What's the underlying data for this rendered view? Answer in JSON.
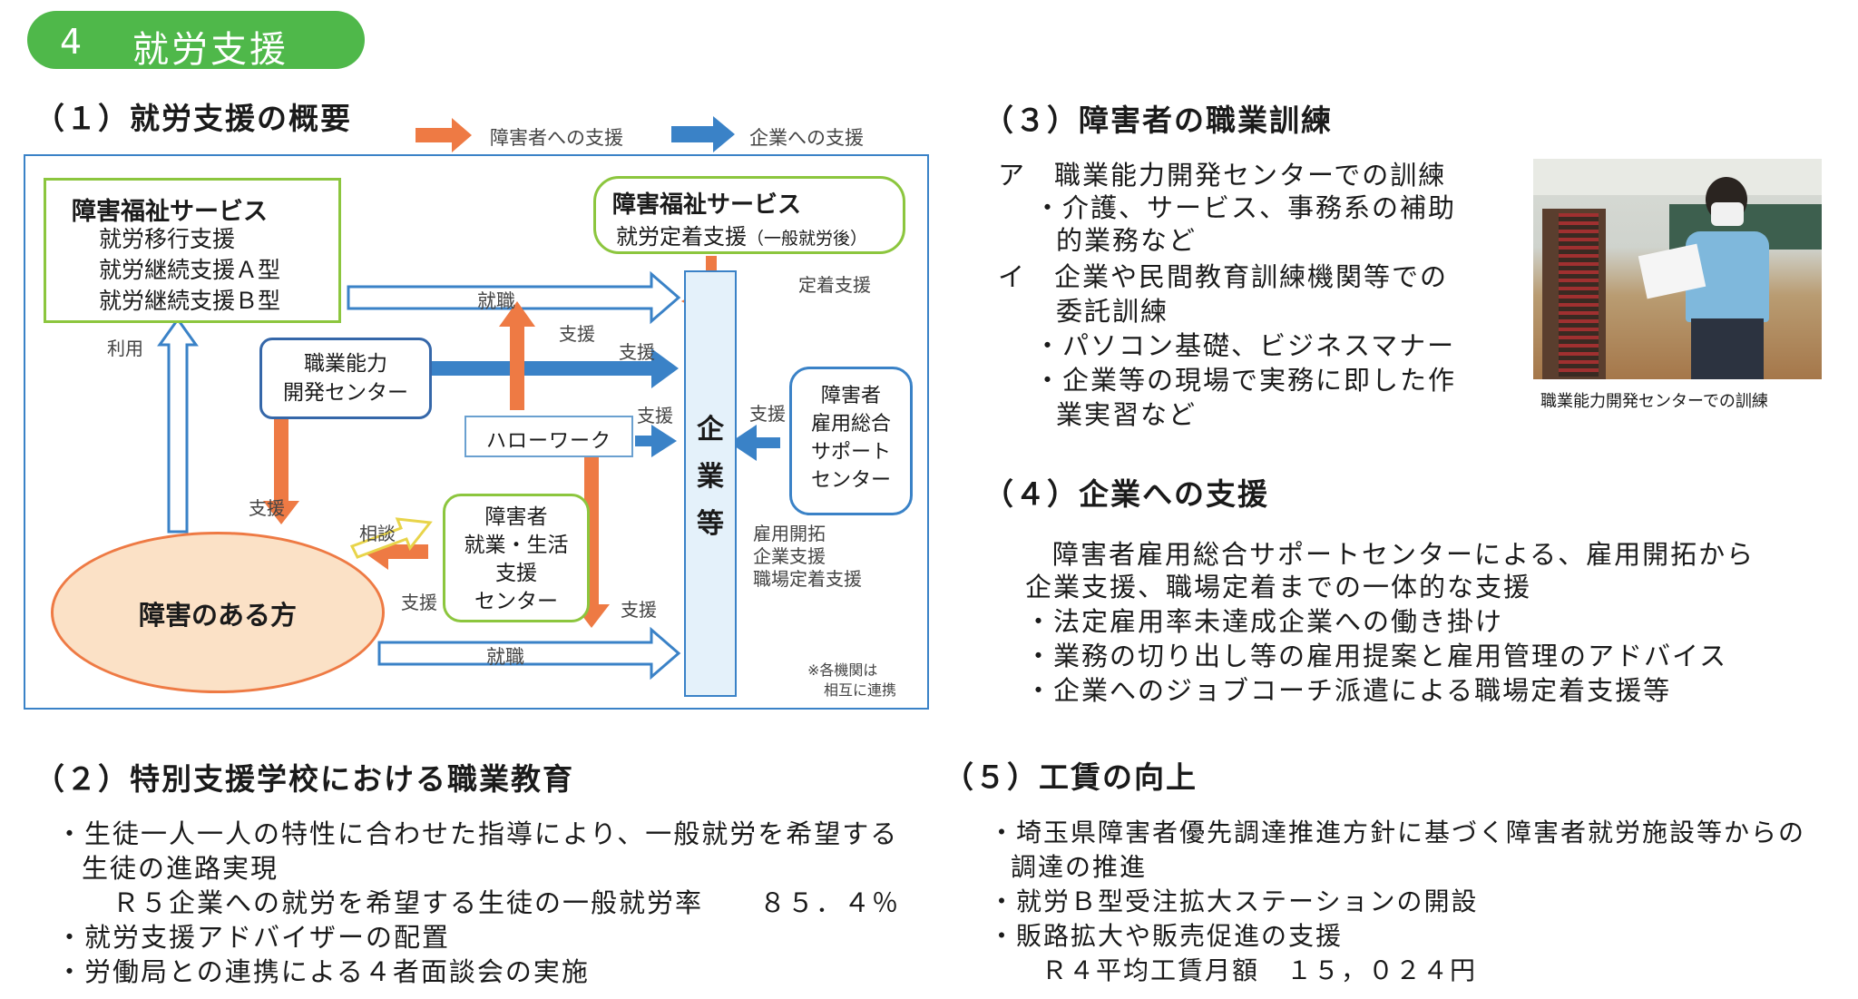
{
  "section_header": {
    "number": "4",
    "title": "就労支援"
  },
  "s1": {
    "title": "（１）就労支援の概要",
    "legend_disabled": "障害者への支援",
    "legend_company": "企業への支援",
    "welfare1": {
      "title": "障害福祉サービス",
      "items": [
        "就労移行支援",
        "就労継続支援Ａ型",
        "就労継続支援Ｂ型"
      ]
    },
    "welfare2": {
      "title": "障害福祉サービス",
      "sub": "就労定着支援",
      "note": "（一般就労後）"
    },
    "vocational_center": [
      "職業能力",
      "開発センター"
    ],
    "hello_work": "ハローワーク",
    "life_center": [
      "障害者",
      "就業・生活",
      "支援",
      "センター"
    ],
    "employment_center": [
      "障害者",
      "雇用総合",
      "サポート",
      "センター"
    ],
    "person": "障害のある方",
    "company": [
      "企",
      "業",
      "等"
    ],
    "labels": {
      "shushoku_top": "就職",
      "shushoku_bottom": "就職",
      "riyou": "利用",
      "teichaku": "定着支援",
      "shien_hw_up": "支援",
      "shien_voc": "支援",
      "shien_voc_down": "支援",
      "shien_hw": "支援",
      "shien_emp": "支援",
      "soudan": "相談",
      "shien_life": "支援",
      "shien_hw_down": "支援"
    },
    "emp_services": [
      "雇用開拓",
      "企業支援",
      "職場定着支援"
    ],
    "note": [
      "※各機関は",
      "相互に連携"
    ]
  },
  "s2": {
    "title": "（２）特別支援学校における職業教育",
    "lines": [
      "・生徒一人一人の特性に合わせた指導により、一般就労を希望する",
      "生徒の進路実現",
      "Ｒ５企業への就労を希望する生徒の一般就労率　　８５．４％",
      "・就労支援アドバイザーの配置",
      "・労働局との連携による４者面談会の実施"
    ]
  },
  "s3": {
    "title": "（３）障害者の職業訓練",
    "lines": [
      "ア　職業能力開発センターでの訓練",
      "・介護、サービス、事務系の補助",
      "的業務など",
      "イ　企業や民間教育訓練機関等での",
      "委託訓練",
      "・パソコン基礎、ビジネスマナー",
      "・企業等の現場で実務に即した作",
      "業実習など"
    ],
    "photo_caption": "職業能力開発センターでの訓練"
  },
  "s4": {
    "title": "（４）企業への支援",
    "lines": [
      "障害者雇用総合サポートセンターによる、雇用開拓から",
      "企業支援、職場定着までの一体的な支援",
      "・法定雇用率未達成企業への働き掛け",
      "・業務の切り出し等の雇用提案と雇用管理のアドバイス",
      "・企業へのジョブコーチ派遣による職場定着支援等"
    ]
  },
  "s5": {
    "title": "（５）工賃の向上",
    "lines": [
      "・埼玉県障害者優先調達推進方針に基づく障害者就労施設等からの",
      "調達の推進",
      "・就労Ｂ型受注拡大ステーションの開設",
      "・販路拡大や販売促進の支援",
      "Ｒ４平均工賃月額　１５，０２４円"
    ]
  },
  "colors": {
    "green": "#4fb84a",
    "orange": "#ee7a44",
    "blue": "#3a82c7",
    "company_fill": "#e4f1fa",
    "person_fill": "#fbe1c6"
  }
}
